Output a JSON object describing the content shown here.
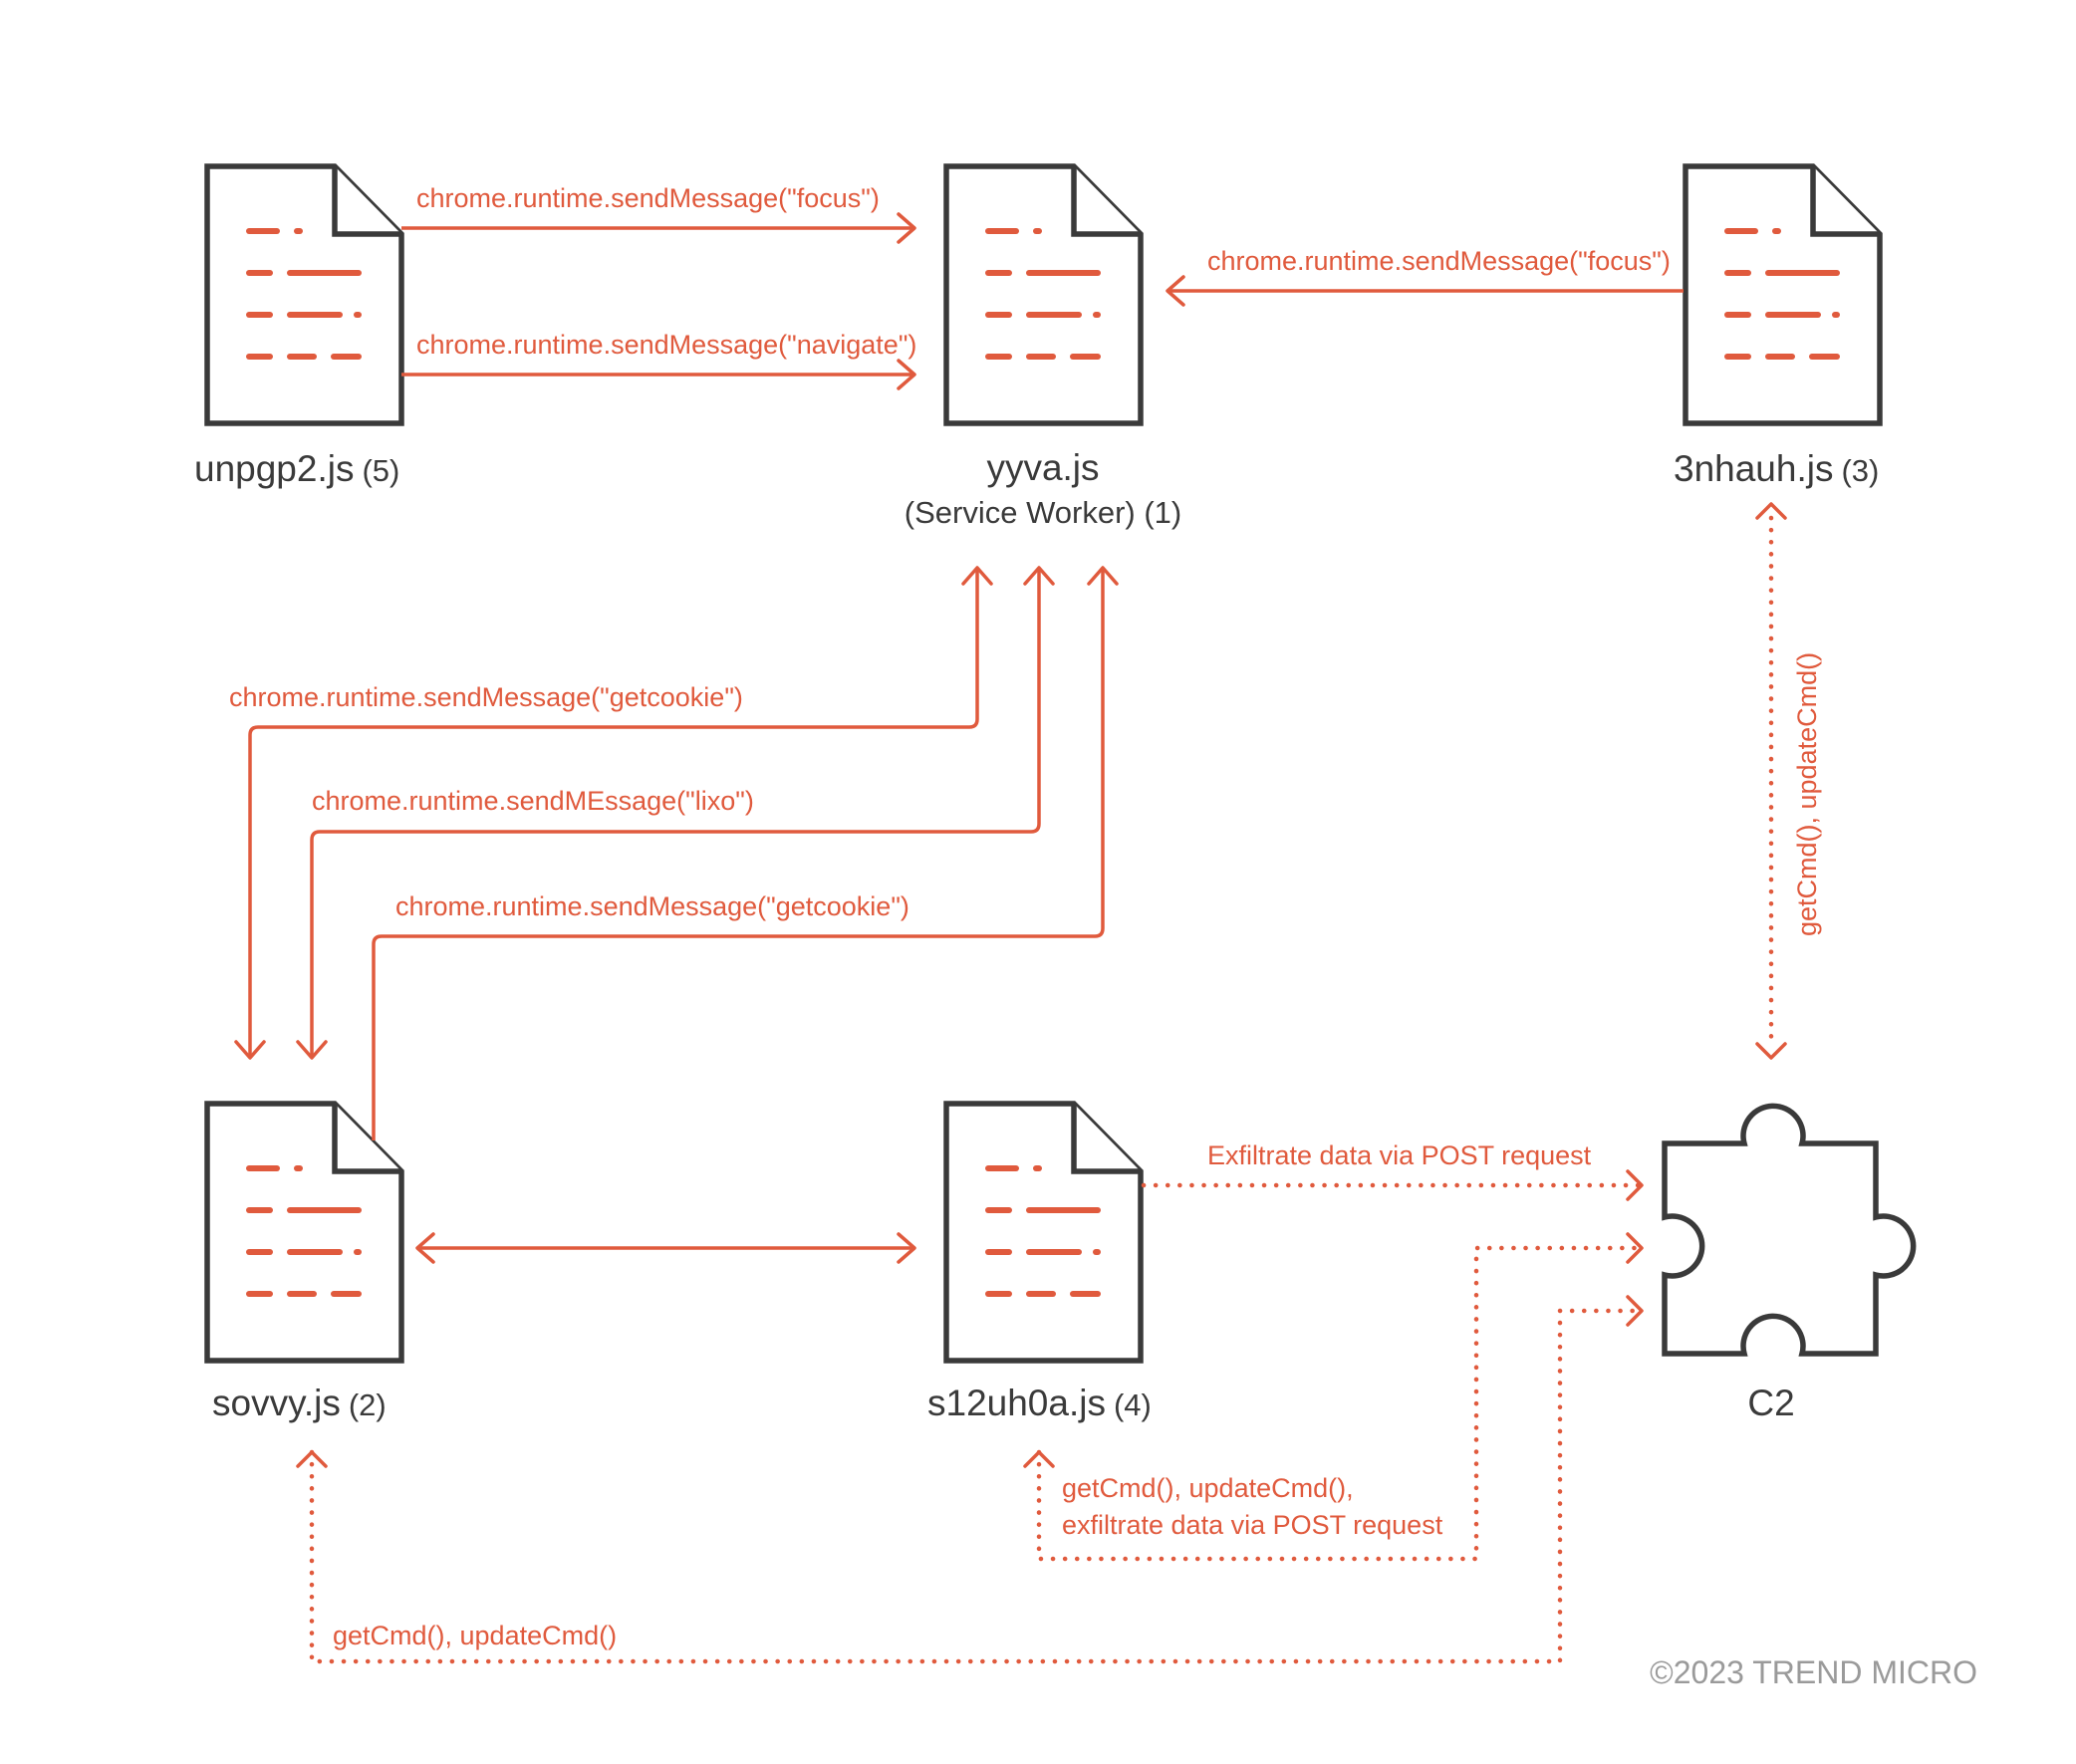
{
  "colors": {
    "accent": "#e05a3d",
    "outline": "#3a3a3a",
    "copyright": "#9a9a9a"
  },
  "nodes": {
    "unpgp2": {
      "name": "unpgp2.js",
      "num": "(5)"
    },
    "yyva": {
      "name": "yyva.js",
      "sub": "(Service Worker) (1)"
    },
    "3nhauh": {
      "name": "3nhauh.js",
      "num": "(3)"
    },
    "sovvy": {
      "name": "sovvy.js",
      "num": "(2)"
    },
    "s12uh0a": {
      "name": "s12uh0a.js",
      "num": "(4)"
    },
    "c2": {
      "name": "C2",
      "icon": "puzzle-piece-icon"
    }
  },
  "edges": {
    "unpgp2_focus": "chrome.runtime.sendMessage(\"focus\")",
    "unpgp2_navigate": "chrome.runtime.sendMessage(\"navigate\")",
    "3nhauh_focus": "chrome.runtime.sendMessage(\"focus\")",
    "sovvy_getcookie_1": "chrome.runtime.sendMessage(\"getcookie\")",
    "sovvy_lixo": "chrome.runtime.sendMEssage(\"lixo\")",
    "sovvy_getcookie_2": "chrome.runtime.sendMessage(\"getcookie\")",
    "c2_3nhauh": "getCmd(), updateCmd()",
    "s12uh0a_exfil": "Exfiltrate data via POST request",
    "s12uh0a_c2_line1": "getCmd(), updateCmd(),",
    "s12uh0a_c2_line2": "exfiltrate data via POST request",
    "sovvy_c2": "getCmd(), updateCmd()"
  },
  "copyright": "©2023 TREND MICRO"
}
